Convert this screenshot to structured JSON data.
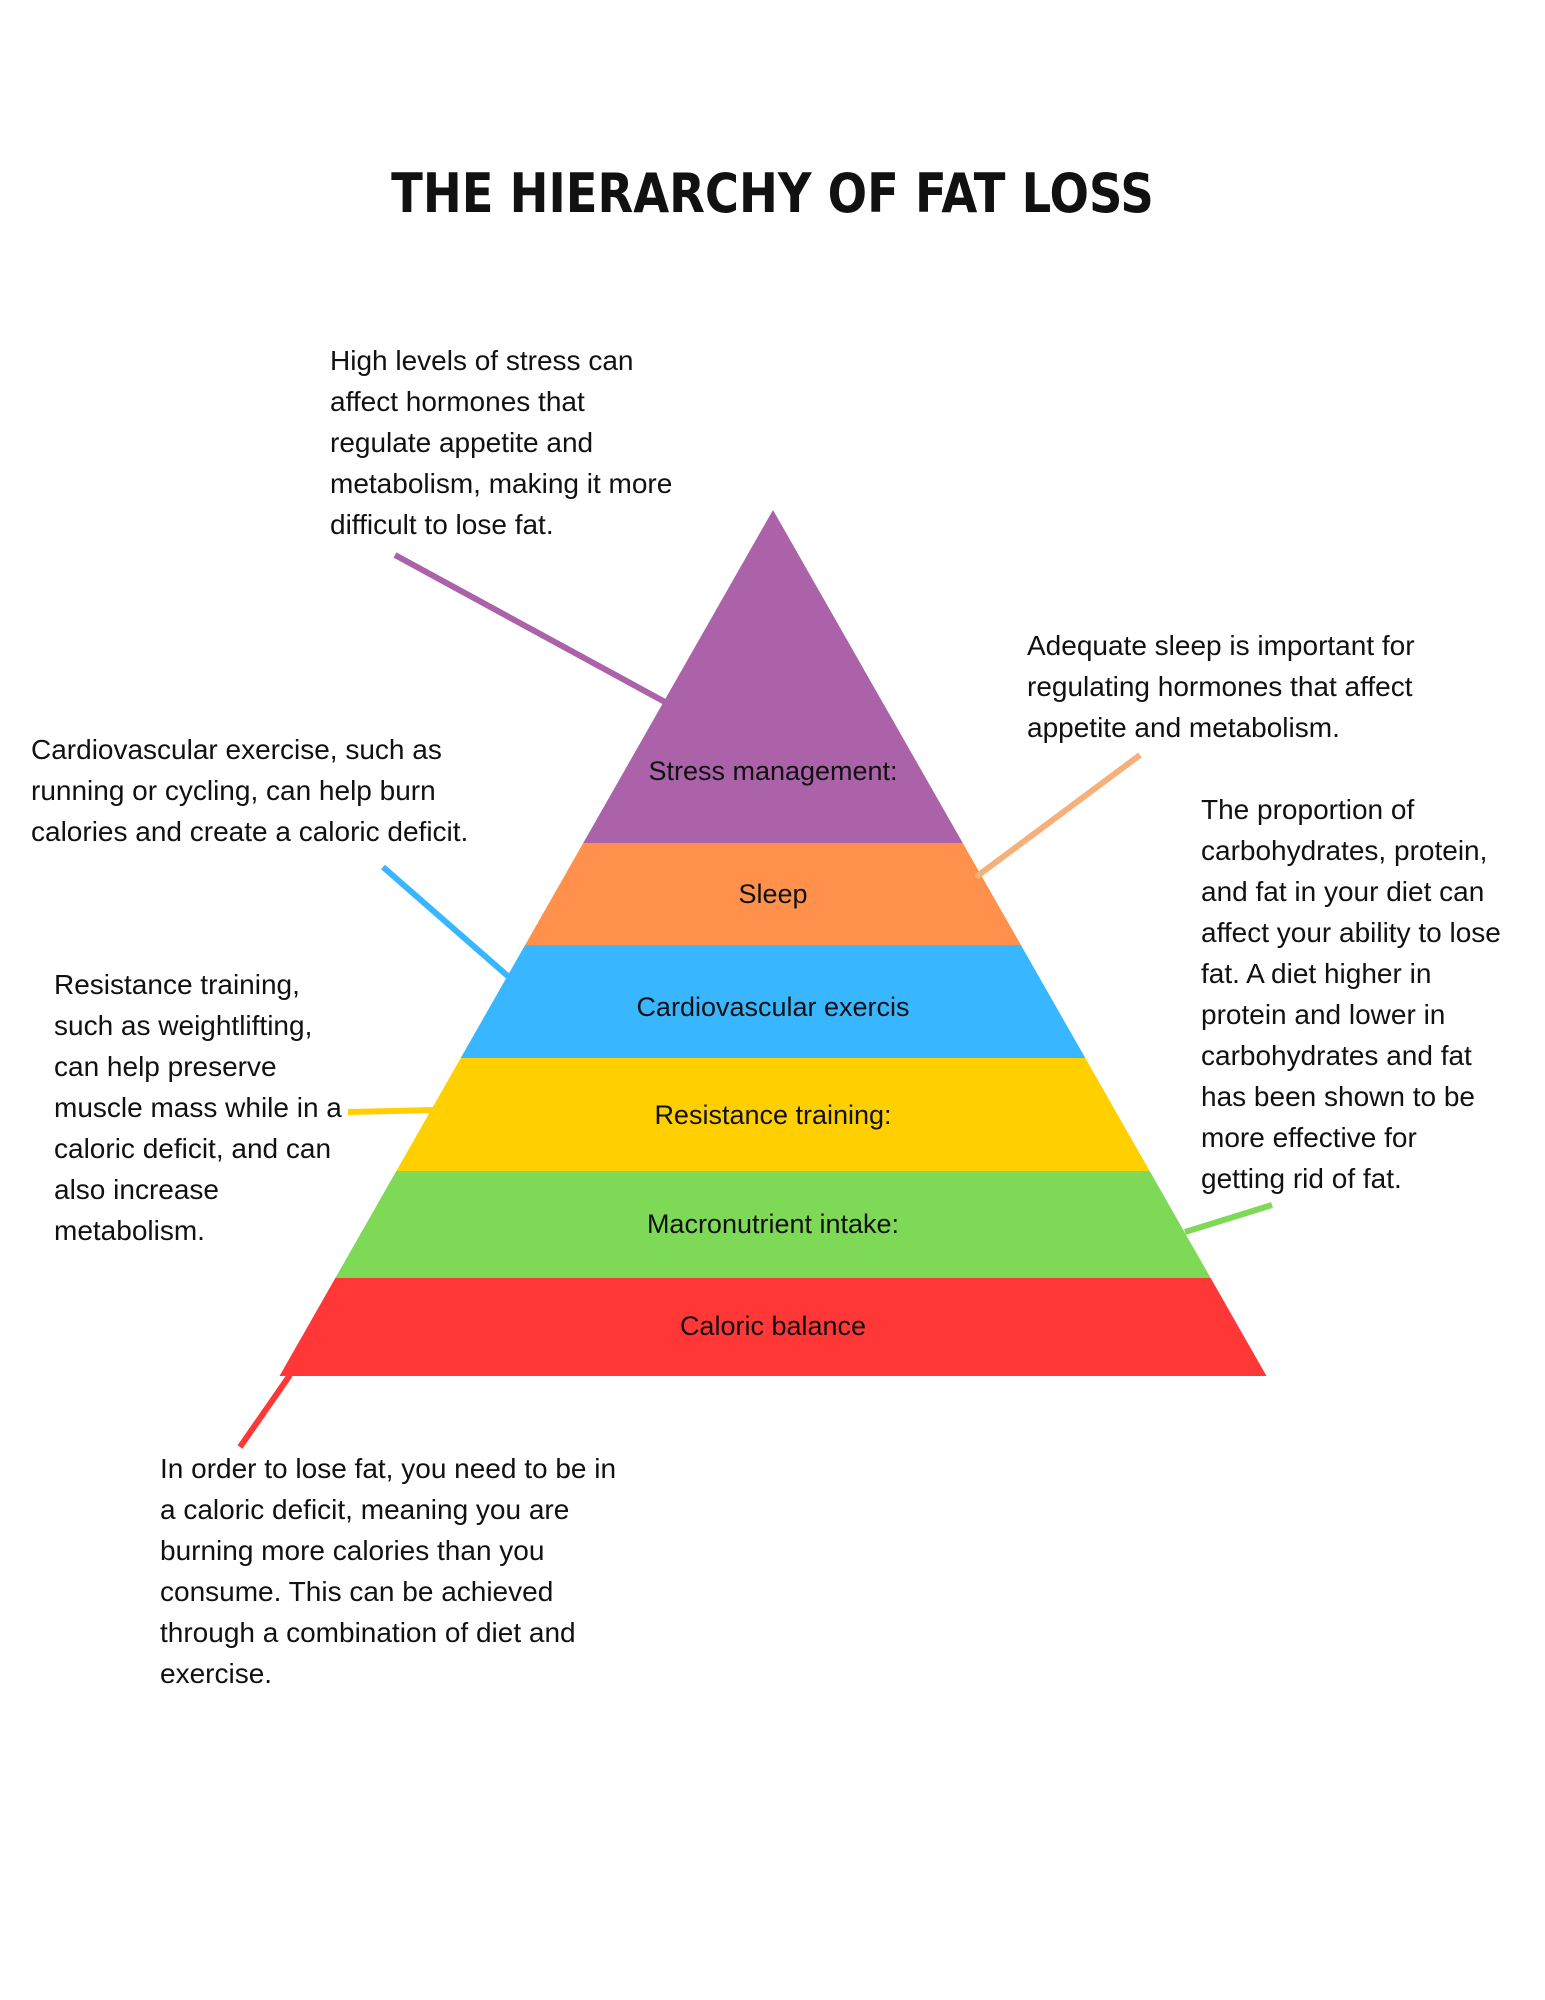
{
  "title": "THE HIERARCHY OF FAT LOSS",
  "levels": [
    {
      "label": "Stress management:",
      "color": "#AB62A8"
    },
    {
      "label": "Sleep",
      "color": "#FF914D"
    },
    {
      "label": "Cardiovascular exercis",
      "color": "#38B6FF"
    },
    {
      "label": "Resistance training:",
      "color": "#FFCF00"
    },
    {
      "label": "Macronutrient intake:",
      "color": "#7ED957"
    },
    {
      "label": "Caloric balance",
      "color": "#FF3737"
    }
  ],
  "notes": {
    "stress": "High levels of stress can\naffect hormones that\nregulate appetite and\nmetabolism, making it more\ndifficult to lose fat.",
    "sleep": "Adequate sleep is important for\nregulating hormones that affect\nappetite and metabolism.",
    "cardio": " Cardiovascular exercise, such as\nrunning or cycling, can help burn\ncalories and create a caloric deficit.",
    "macronutrient": "The proportion of\ncarbohydrates, protein,\nand fat in your diet can\naffect your ability to lose\nfat. A diet higher in\nprotein and lower in\ncarbohydrates and fat\nhas been shown to be\nmore effective for\ngetting rid of fat.",
    "resistance": "Resistance training,\nsuch as weightlifting,\ncan help preserve\nmuscle mass while in a\ncaloric deficit, and can\nalso increase\nmetabolism.",
    "caloric": "In order to lose fat, you need to be in\na caloric deficit, meaning you are\nburning more calories than you\nconsume. This can be achieved\nthrough a combination of diet and\nexercise."
  },
  "connector_colors": {
    "stress": "#AB62A8",
    "sleep": "#F7B07A",
    "cardio": "#38B6FF",
    "resistance": "#FFCF00",
    "macronutrient": "#7ED957",
    "caloric": "#FF3737"
  }
}
